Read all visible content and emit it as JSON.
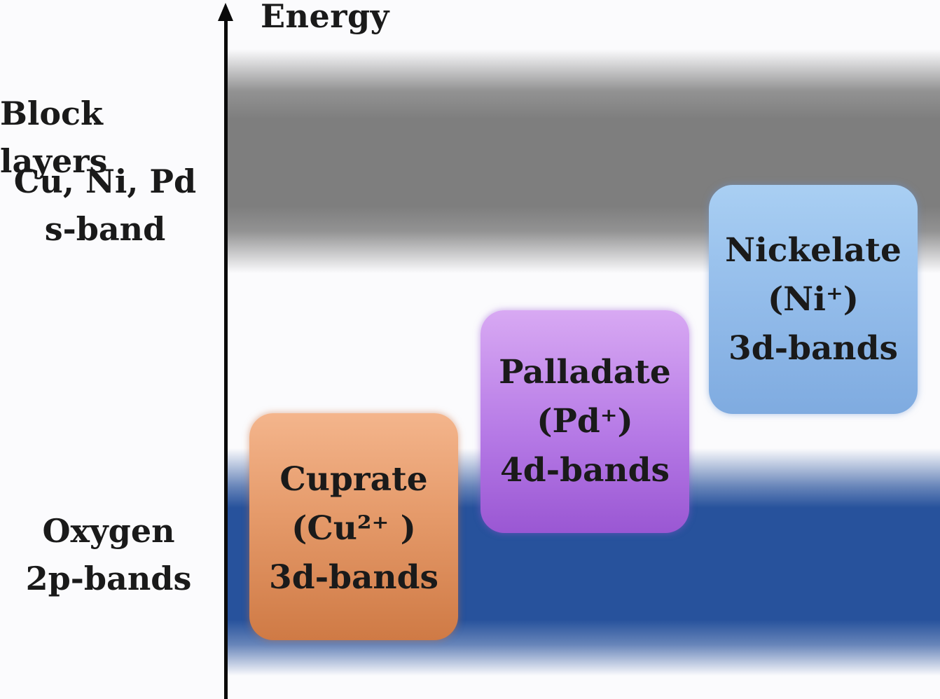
{
  "axis": {
    "label": "Energy"
  },
  "left_labels": {
    "block_layers": "Block layers",
    "s_band_line1": "Cu, Ni, Pd",
    "s_band_line2": "s-band",
    "oxygen_line1": "Oxygen",
    "oxygen_line2": "2p-bands"
  },
  "boxes": {
    "cuprate": {
      "name": "Cuprate",
      "ion": "(Cu²⁺ )",
      "bands": "3d-bands",
      "color": "#e59a6a"
    },
    "palladate": {
      "name": "Palladate",
      "ion": "(Pd⁺)",
      "bands": "4d-bands",
      "color": "#b67ae6"
    },
    "nickelate": {
      "name": "Nickelate",
      "ion": "(Ni⁺)",
      "bands": "3d-bands",
      "color": "#93bcea"
    }
  },
  "bands": {
    "s_band_color": "#7e7e7e",
    "oxygen_band_color": "#27529c"
  }
}
